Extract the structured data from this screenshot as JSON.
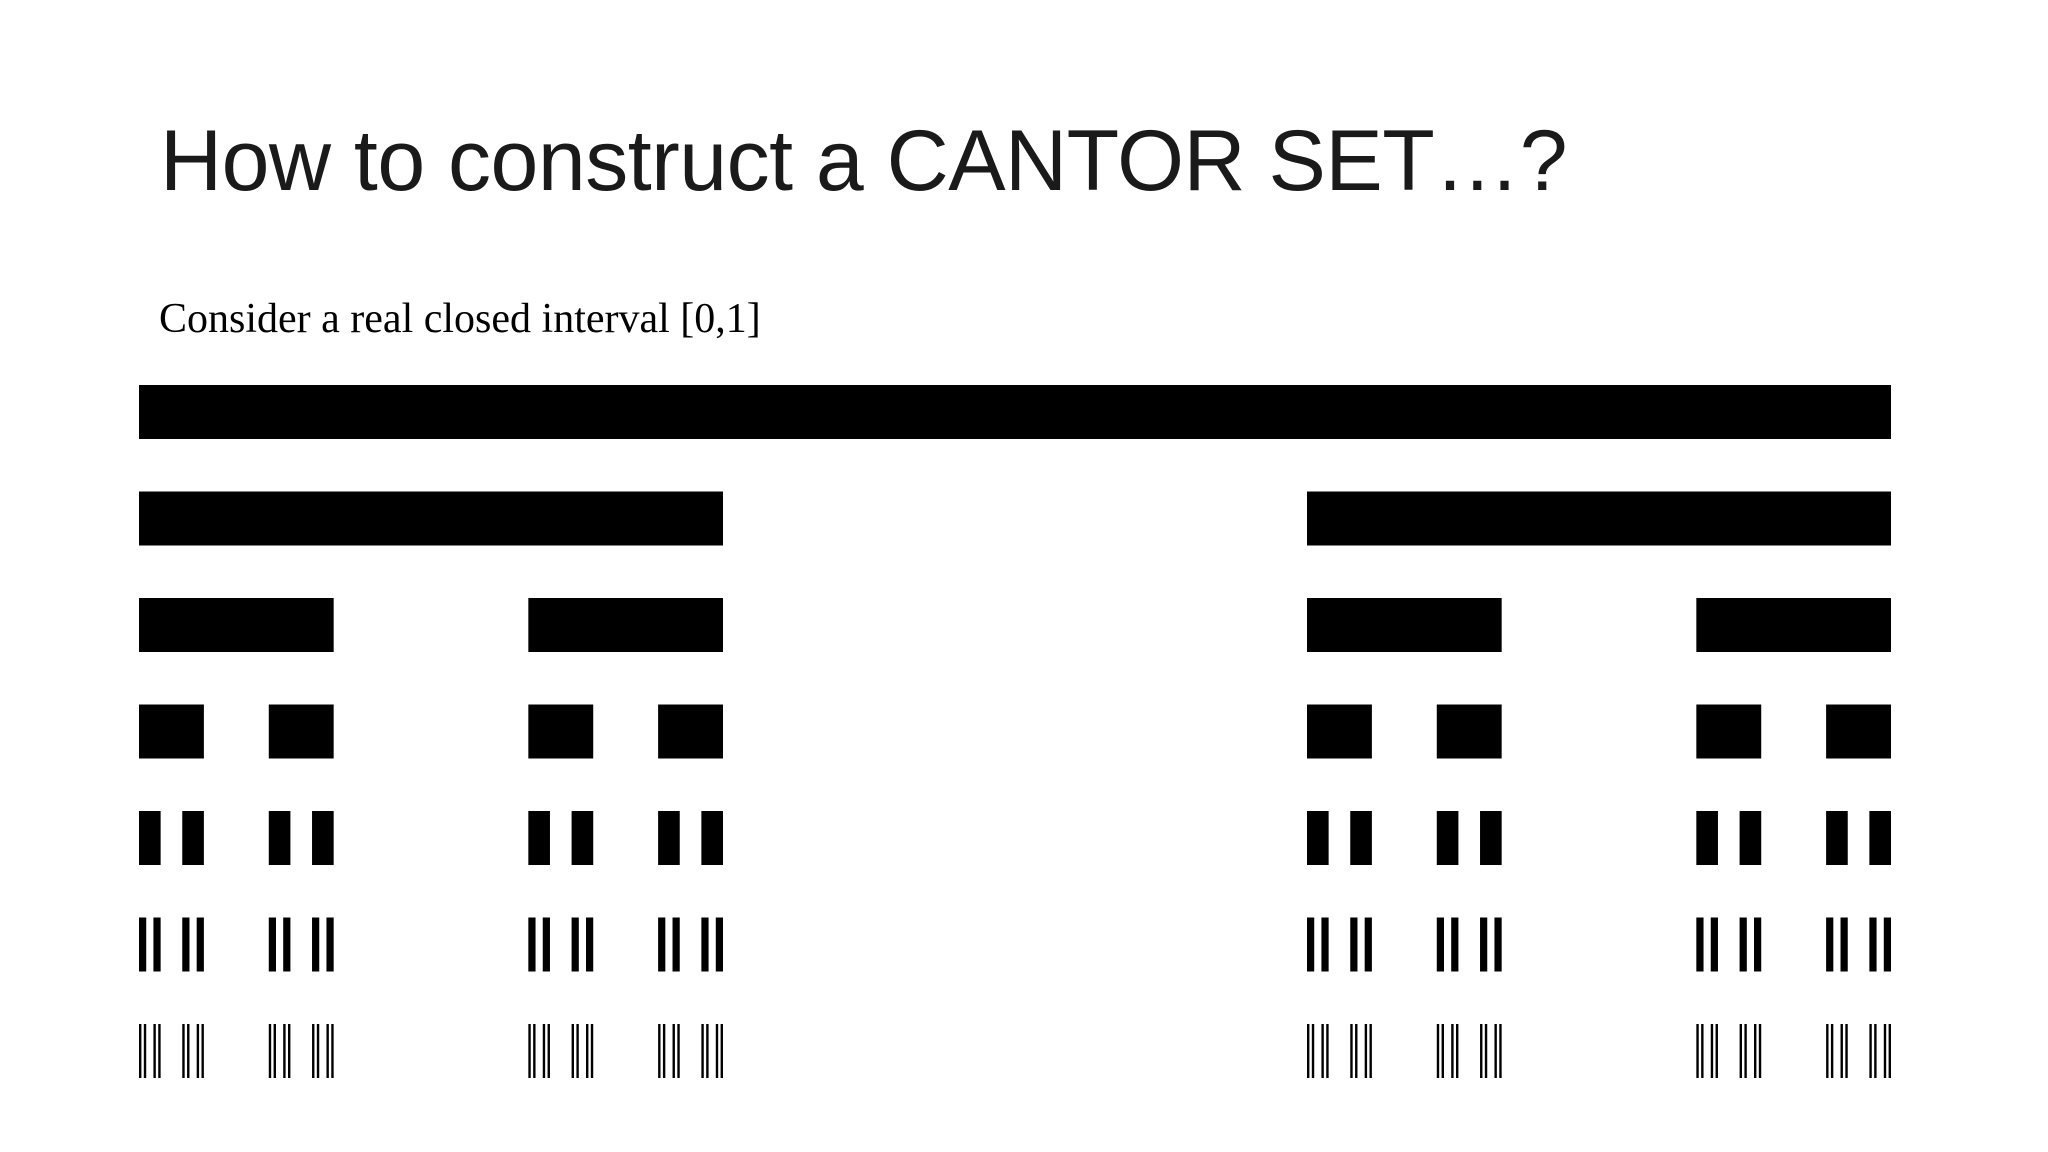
{
  "slide": {
    "title": "How to construct a CANTOR SET…?",
    "subtitle": "Consider a real closed interval [0,1]"
  },
  "diagram": {
    "interval": [
      0,
      1
    ],
    "levels": 7,
    "removed_fraction": "middle third",
    "segment_color": "#000000",
    "background_color": "#ffffff"
  }
}
